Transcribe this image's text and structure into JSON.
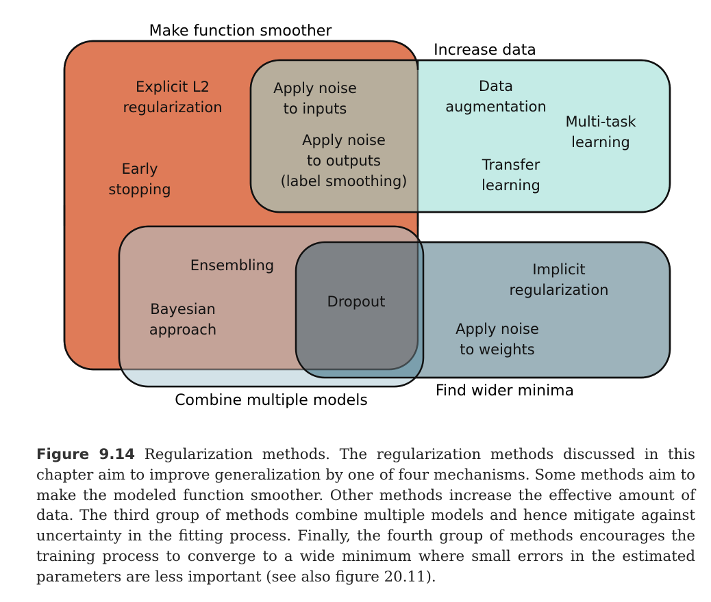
{
  "diagram": {
    "groups": [
      {
        "id": "smooth",
        "title": "Make function smoother",
        "color": "#DF7B58",
        "methods": [
          [
            "Explicit L2",
            "regularization"
          ],
          [
            "Early",
            "stopping"
          ]
        ]
      },
      {
        "id": "data",
        "title": "Increase data",
        "color": "#C4EBE6",
        "methods": [
          [
            "Data",
            "augmentation"
          ],
          [
            "Multi-task",
            "learning"
          ],
          [
            "Transfer",
            "learning"
          ]
        ]
      },
      {
        "id": "combine",
        "title": "Combine multiple models",
        "color": "#D3E2E8",
        "methods": [
          [
            "Ensembling"
          ],
          [
            "Bayesian",
            "approach"
          ]
        ]
      },
      {
        "id": "minima",
        "title": "Find wider minima",
        "color": "#9DB3BB",
        "methods": [
          [
            "Implicit",
            "regularization"
          ],
          [
            "Apply noise",
            "to weights"
          ]
        ]
      }
    ],
    "overlaps": {
      "smooth_and_data": {
        "color": "#B7AE9C",
        "methods": [
          [
            "Apply noise",
            "to inputs"
          ],
          [
            "Apply noise",
            "to outputs",
            "(label smoothing)"
          ]
        ]
      },
      "smooth_and_combine": {
        "color": "#C4A398"
      },
      "all_combine_minima": {
        "color": "#7E8286",
        "methods": [
          [
            "Dropout"
          ]
        ]
      }
    }
  },
  "caption": {
    "label": "Figure 9.14",
    "text": "Regularization methods. The regularization methods discussed in this chapter aim to improve generalization by one of four mechanisms. Some methods aim to make the modeled function smoother. Other methods increase the effective amount of data. The third group of methods combine multiple models and hence mitigate against uncertainty in the fitting process. Finally, the fourth group of methods encourages the training process to converge to a wide minimum where small errors in the estimated parameters are less important (see also figure 20.11)."
  }
}
